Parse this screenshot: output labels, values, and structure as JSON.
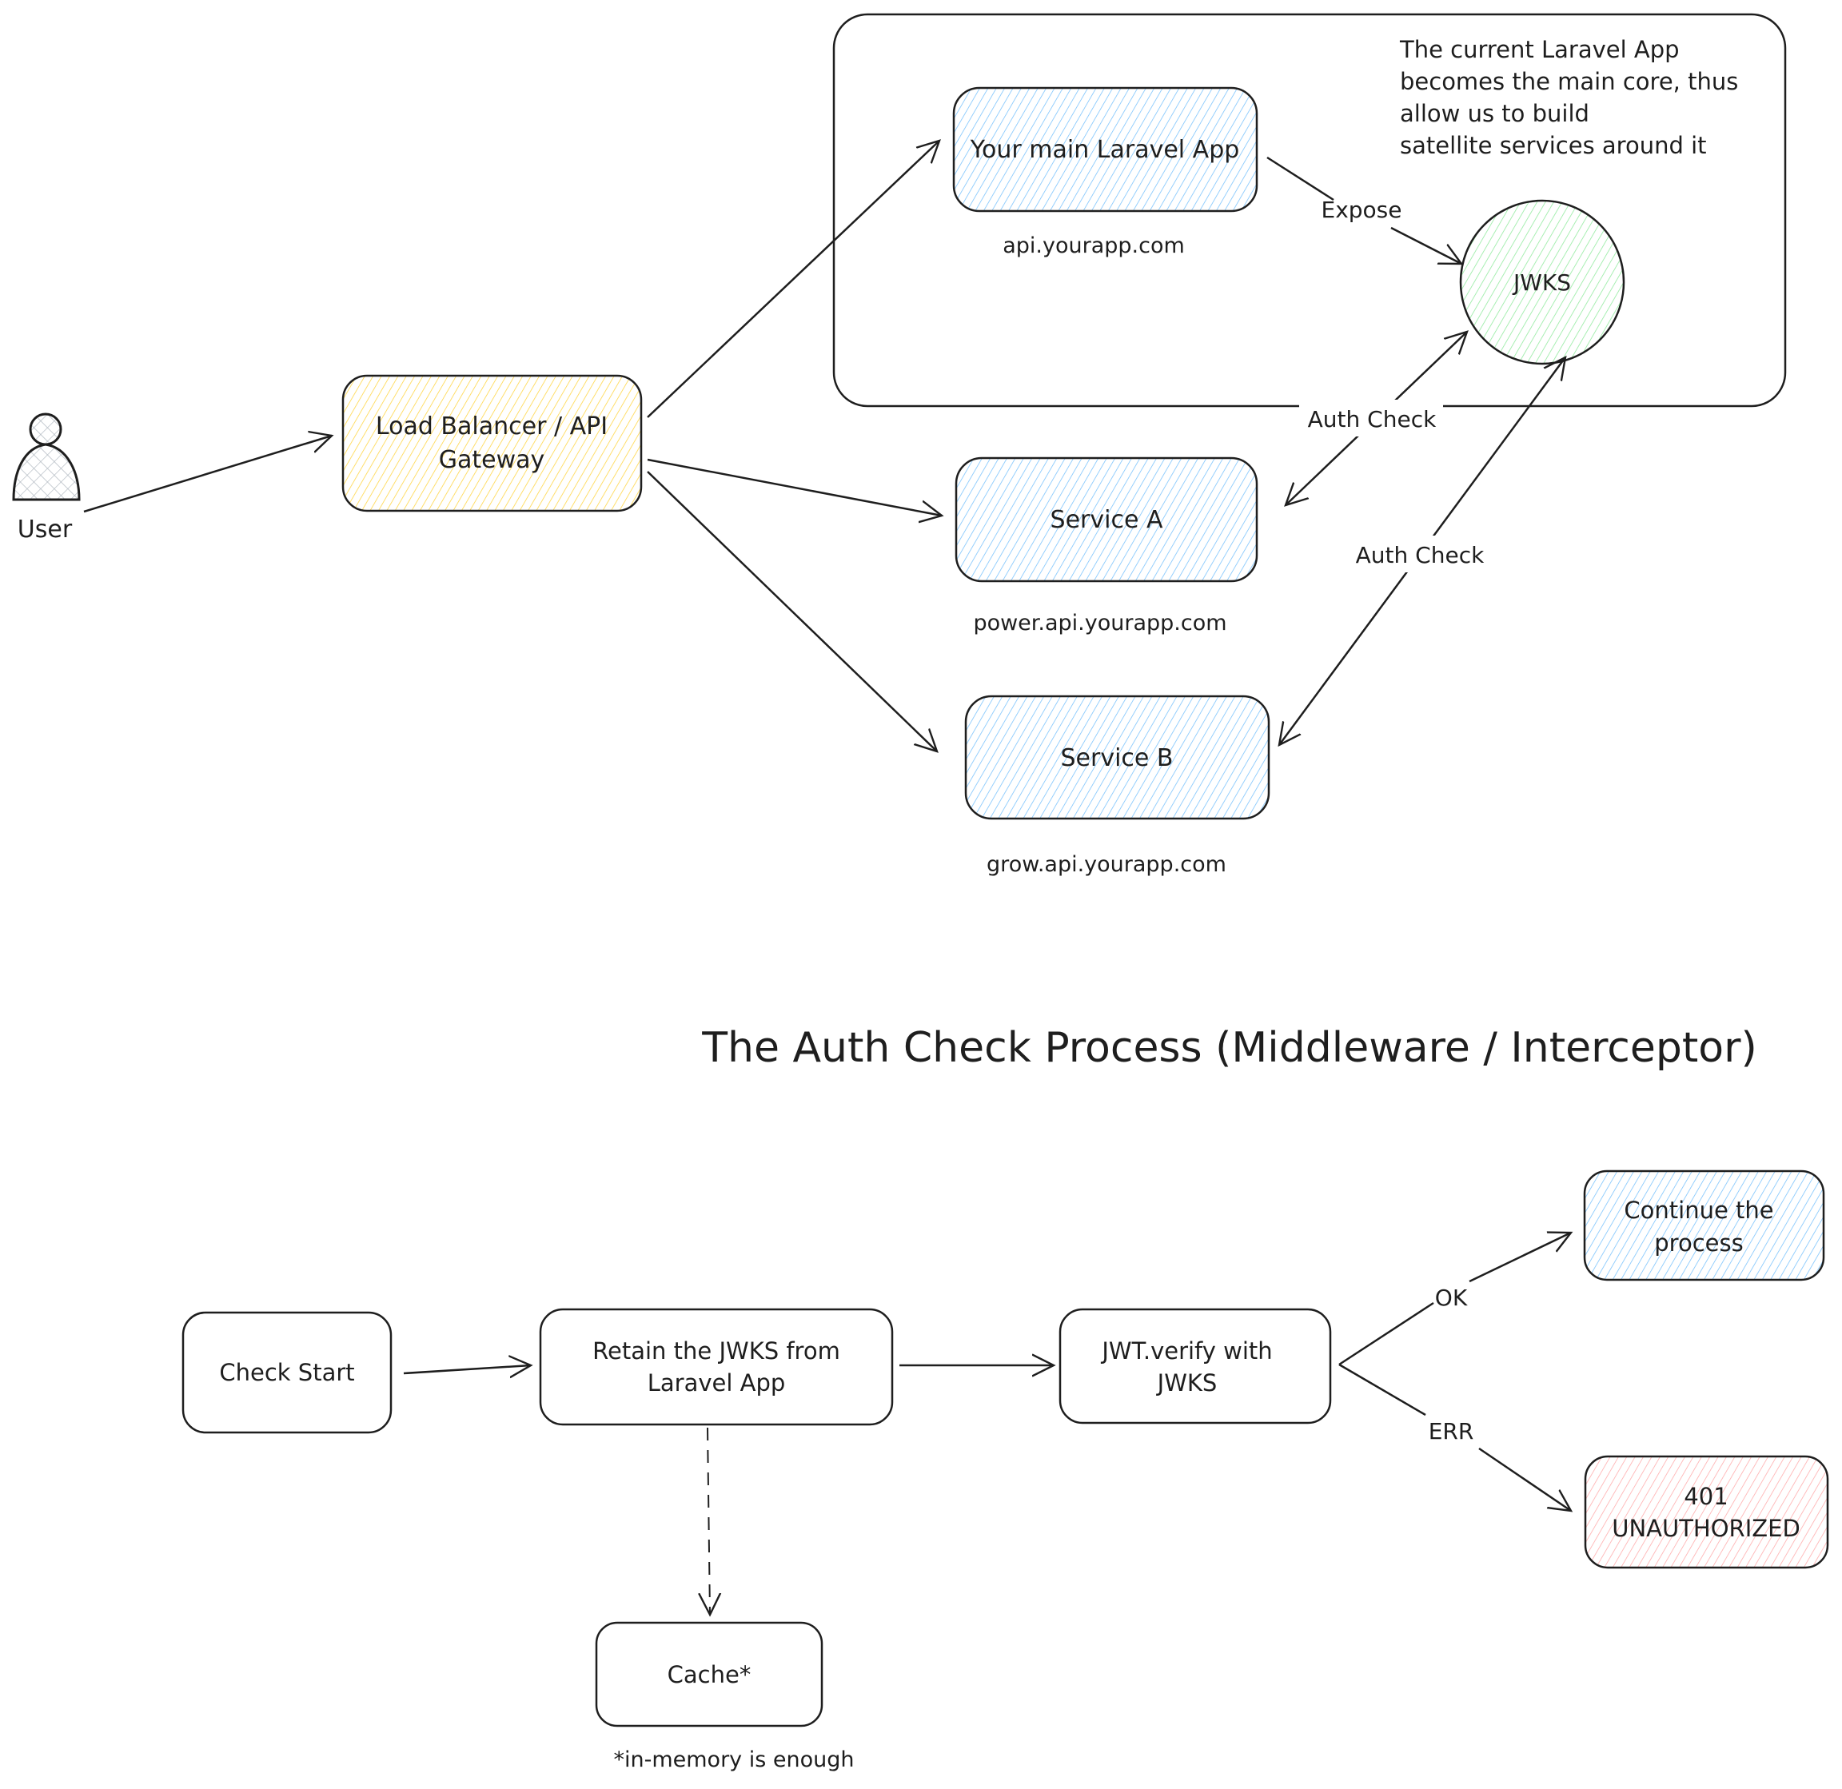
{
  "colors": {
    "stroke": "#1e1e1e",
    "blue_fill": "#a5d8ff",
    "yellow_fill": "#ffec99",
    "green_fill": "#b2f2bb",
    "red_fill": "#ffc9c9",
    "user_fill": "#ced4da"
  },
  "architecture": {
    "user_label": "User",
    "gateway_label": [
      "Load Balancer / API",
      "Gateway"
    ],
    "main_app_label": "Your main Laravel App",
    "main_app_domain": "api.yourapp.com",
    "jwks_label": "JWKS",
    "expose_label": "Expose",
    "service_a_label": "Service A",
    "service_a_domain": "power.api.yourapp.com",
    "service_b_label": "Service B",
    "service_b_domain": "grow.api.yourapp.com",
    "auth_check_a_label": "Auth Check",
    "auth_check_b_label": "Auth Check",
    "note_lines": [
      "The current Laravel App",
      "becomes the main core, thus",
      "allow us to build",
      "satellite services around it"
    ]
  },
  "flow": {
    "title": "The Auth Check Process (Middleware / Interceptor)",
    "check_start_label": "Check Start",
    "retain_label": [
      "Retain the JWKS from",
      "Laravel App"
    ],
    "verify_label": [
      "JWT.verify with",
      "JWKS"
    ],
    "continue_label": [
      "Continue the",
      "process"
    ],
    "unauthorized_label": [
      "401",
      "UNAUTHORIZED"
    ],
    "cache_label": "Cache*",
    "cache_note": "*in-memory is enough",
    "ok_label": "OK",
    "err_label": "ERR"
  }
}
